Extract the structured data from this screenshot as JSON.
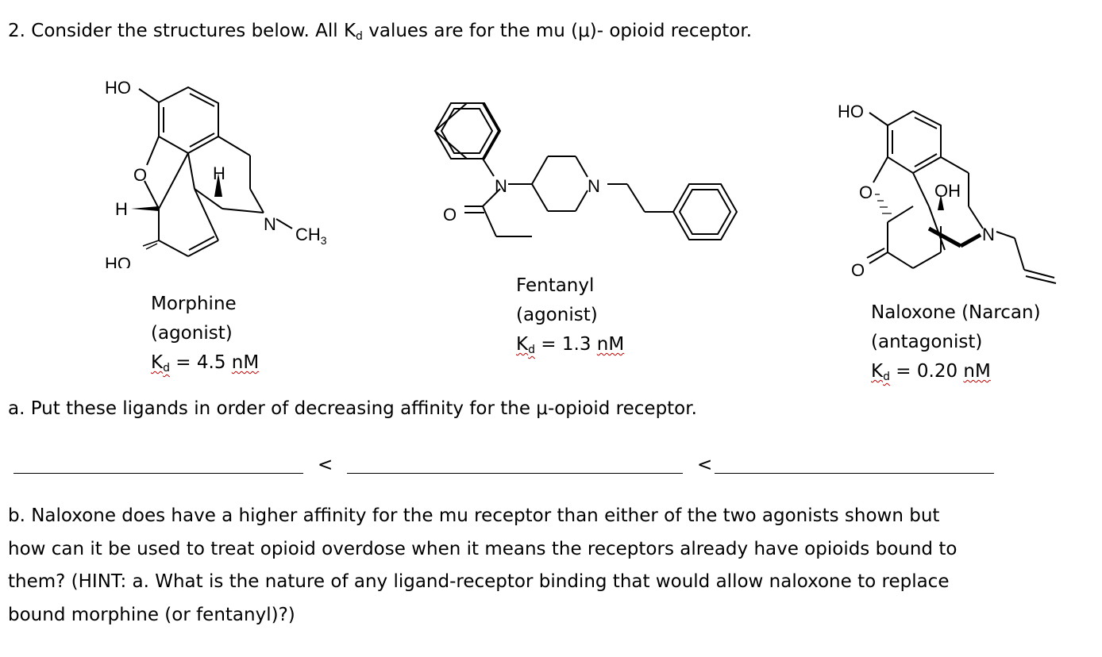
{
  "question2": {
    "text_before": "2. Consider the structures below.  All K",
    "subscript": "d",
    "text_after": " values are for the mu (μ)- opioid receptor."
  },
  "compounds": [
    {
      "name": "Morphine",
      "role": "(agonist)",
      "kd_prefix": "K",
      "kd_sub": "d",
      "kd_equals": " = 4.5 ",
      "kd_unit": "nM"
    },
    {
      "name": "Fentanyl",
      "role": "(agonist)",
      "kd_prefix": "K",
      "kd_sub": "d",
      "kd_equals": " = 1.3 ",
      "kd_unit": "nM"
    },
    {
      "name": "Naloxone (Narcan)",
      "role": "(antagonist)",
      "kd_prefix": "K",
      "kd_sub": "d",
      "kd_equals": " = 0.20 ",
      "kd_unit": "nM"
    }
  ],
  "structure_labels": {
    "morphine": {
      "ho_top": "HO",
      "o": "O",
      "h_wedge": "H",
      "h_top": "H",
      "n": "N",
      "ch3": "CH",
      "ch3_sub": "3",
      "ho_bottom": "HO"
    },
    "fentanyl": {
      "n1": "N",
      "n2": "N",
      "o": "O"
    },
    "naloxone": {
      "ho": "HO",
      "o_ring": "O",
      "oh": "OH",
      "n": "N",
      "o_keto": "O"
    }
  },
  "part_a": {
    "text": "a. Put these ligands in order of decreasing affinity for the μ-opioid receptor.",
    "sep1": "<",
    "sep2": "<"
  },
  "part_b": {
    "line1": "b. Naloxone does have a higher affinity for the mu receptor than either of the two agonists shown but",
    "line2": "how can it be used to treat opioid overdose when it means the receptors already have opioids bound to",
    "line3": "them?   (HINT: a. What is the nature of any ligand-receptor binding that would allow naloxone to replace",
    "line4": "bound morphine (or fentanyl)?)"
  }
}
